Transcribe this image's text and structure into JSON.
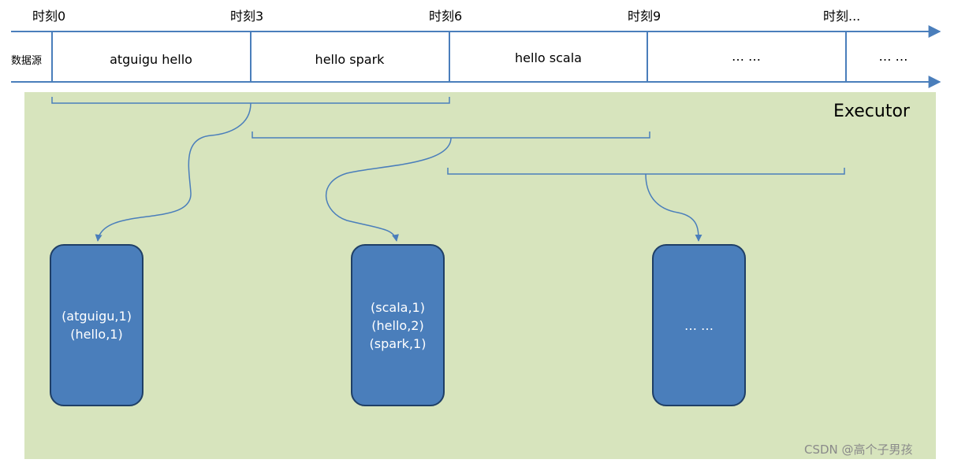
{
  "timeline": {
    "times": [
      "时刻0",
      "时刻3",
      "时刻6",
      "时刻9",
      "时刻..."
    ],
    "source_label": "数据源",
    "segments": [
      "atguigu hello",
      "hello spark",
      "hello scala",
      "… …",
      "… …"
    ]
  },
  "executor": {
    "label": "Executor",
    "area_color": "#d7e4bd",
    "arrow_color": "#4a7ebb",
    "box_color": "#4a7ebb",
    "results": [
      {
        "lines": [
          "(atguigu,1)",
          "(hello,1)"
        ]
      },
      {
        "lines": [
          "(scala,1)",
          "(hello,2)",
          "(spark,1)"
        ]
      },
      {
        "lines": [
          "… …"
        ]
      }
    ]
  },
  "watermark": "CSDN @高个子男孩"
}
